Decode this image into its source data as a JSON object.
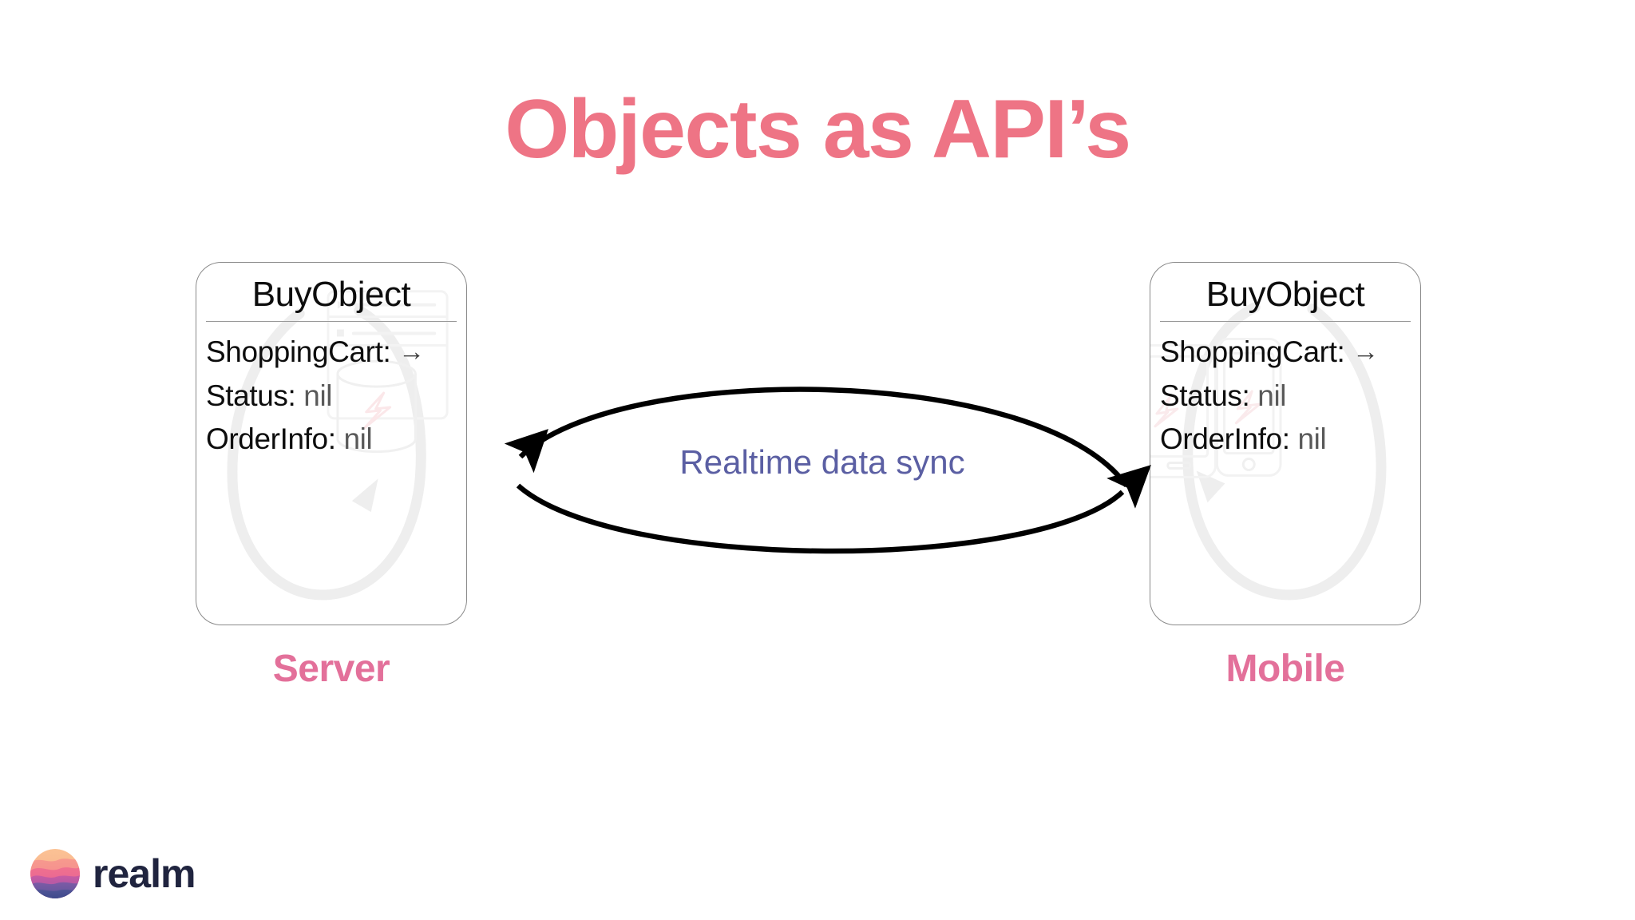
{
  "slide": {
    "title": "Objects as API’s",
    "title_color": "#ee7485",
    "background_color": "#ffffff"
  },
  "cards": [
    {
      "id": "server",
      "title": "BuyObject",
      "caption": "Server",
      "caption_color": "#e3709a",
      "watermark": "server-database-illustration",
      "properties": [
        {
          "key": "ShoppingCart:",
          "value": "→",
          "value_is_arrow": true
        },
        {
          "key": "Status:",
          "value": "nil",
          "value_is_arrow": false
        },
        {
          "key": "OrderInfo:",
          "value": "nil",
          "value_is_arrow": false
        }
      ]
    },
    {
      "id": "mobile",
      "title": "BuyObject",
      "caption": "Mobile",
      "caption_color": "#e3709a",
      "watermark": "mobile-phones-illustration",
      "properties": [
        {
          "key": "ShoppingCart:",
          "value": "→",
          "value_is_arrow": true
        },
        {
          "key": "Status:",
          "value": "nil",
          "value_is_arrow": false
        },
        {
          "key": "OrderInfo:",
          "value": "nil",
          "value_is_arrow": false
        }
      ]
    }
  ],
  "connector": {
    "label": "Realtime data sync",
    "label_color": "#5b5fa3",
    "stroke_color": "#000000",
    "direction": "bidirectional",
    "arrow_top": "points-left",
    "arrow_bottom": "points-right"
  },
  "branding": {
    "name": "realm",
    "wordmark_color": "#20243f",
    "mark": "realm-circle-gradient-logo",
    "gradient_stops": [
      "#f9b489",
      "#f68f8f",
      "#ed6a97",
      "#c05ba4",
      "#7d5ba6",
      "#4e5496"
    ]
  }
}
